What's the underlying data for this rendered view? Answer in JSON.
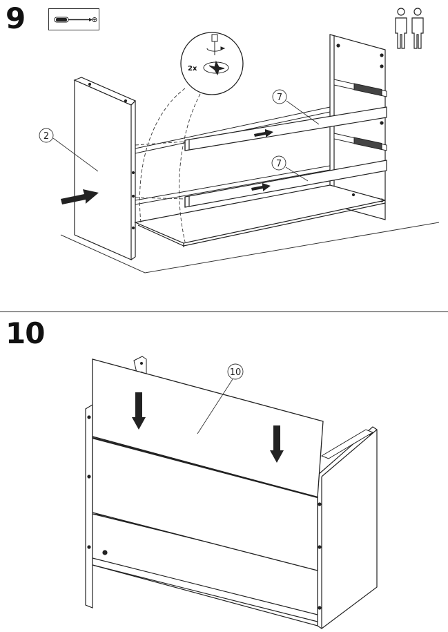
{
  "step9": {
    "number": "9",
    "tool_icon": "screwdriver-icon",
    "people_icon": "two-persons-icon",
    "connector_quantity": "2x",
    "callouts": {
      "side_panel": "2",
      "rail_upper": "7",
      "rail_lower": "7"
    }
  },
  "step10": {
    "number": "10",
    "callouts": {
      "back_panel": "10"
    }
  }
}
